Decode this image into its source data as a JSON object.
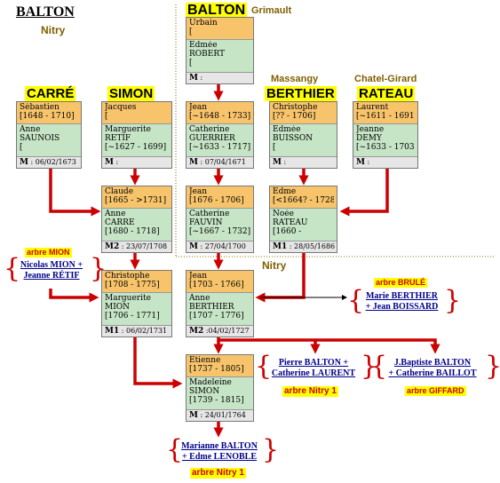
{
  "titles": {
    "main": "BALTON",
    "top": "BALTON",
    "top_place": "Grimault",
    "nitry_left": "Nitry",
    "nitry_mid": "Nitry"
  },
  "families": {
    "carre": "CARRÉ",
    "simon": "SIMON",
    "berthier": "BERTHIER",
    "rateau": "RATEAU",
    "berthier_place": "Massangy",
    "rateau_place": "Chatel-Girard"
  },
  "couples": {
    "urbain": {
      "h_name": "Urbain",
      "h_dates": "[",
      "w_name1": "Edmée",
      "w_name2": "ROBERT",
      "w_dates": "[",
      "m_label": "M",
      "m_date": ":"
    },
    "sebastien": {
      "h_name": "Sébastien",
      "h_dates": "[1648 - 1710]",
      "w_name1": "Anne",
      "w_name2": "SAUNOIS",
      "w_dates": "[",
      "m_label": "M",
      "m_date": ": 06/02/1673"
    },
    "jacques": {
      "h_name": "Jacques",
      "h_dates": "[",
      "w_name1": "Marguerite",
      "w_name2": "RÉTIF",
      "w_dates": "[~1627 - 1699]",
      "m_label": "M",
      "m_date": ":"
    },
    "jean1": {
      "h_name": "Jean",
      "h_dates": "[~1648 - 1733]",
      "w_name1": "Catherine",
      "w_name2": "GUERRIER",
      "w_dates": "[~1633 - 1717]",
      "m_label": "M",
      "m_date": ": 07/04/1671"
    },
    "christophe1": {
      "h_name": "Christophe",
      "h_dates": "[?? - 1706]",
      "w_name1": "Edmée",
      "w_name2": "BUISSON",
      "w_dates": "[",
      "m_label": "M",
      "m_date": ":"
    },
    "laurent": {
      "h_name": "Laurent",
      "h_dates": "[~1611 - 1691]",
      "w_name1": "Jeanne",
      "w_name2": "DEMY",
      "w_dates": "[~1633 - 1703]",
      "m_label": "M",
      "m_date": ":"
    },
    "claude": {
      "h_name": "Claude",
      "h_dates": "[1665 - >1731]",
      "w_name1": "Anne",
      "w_name2": "CARRÉ",
      "w_dates": "[1680 - 1718]",
      "m_label": "M2",
      "m_date": ": 23/07/1708"
    },
    "jean2": {
      "h_name": "Jean",
      "h_dates": "[1676 - 1706]",
      "w_name1": "Catherine",
      "w_name2": "FAUVIN",
      "w_dates": "[~1667 - 1732]",
      "m_label": "M",
      "m_date": ": 27/04/1700"
    },
    "edme": {
      "h_name": "Edme",
      "h_dates": "[<1664? - 1728]",
      "w_name1": "Noée",
      "w_name2": "RATEAU",
      "w_dates": "[1660 -",
      "m_label": "M1",
      "m_date": ": 28/05/1686"
    },
    "christophe2": {
      "h_name": "Christophe",
      "h_dates": "[1708 - 1775]",
      "w_name1": "Marguerite",
      "w_name2": "MION",
      "w_dates": "[1706 - 1771]",
      "m_label": "M1",
      "m_date": ": 06/02/1731"
    },
    "jean3": {
      "h_name": "Jean",
      "h_dates": "[1703 - 1766]",
      "w_name1": "Anne",
      "w_name2": "BERTHIER",
      "w_dates": "[1707 - 1776]",
      "m_label": "M2",
      "m_date": ":04/02/1727"
    },
    "etienne": {
      "h_name": "Etienne",
      "h_dates": "[1737 - 1805]",
      "w_name1": "Madeleine",
      "w_name2": "SIMON",
      "w_dates": "[1739 - 1815]",
      "m_label": "M",
      "m_date": ": 24/01/1764"
    }
  },
  "links": {
    "mion": {
      "arbre": "arbre MION",
      "line1": "Nicolas MION +",
      "line2": "Jeanne RÉTIF"
    },
    "brule": {
      "arbre": "arbre BRULÉ",
      "line1": "Marie BERTHIER",
      "line2": "+ Jean BOISSARD"
    },
    "pierre": {
      "line1": "Pierre BALTON +",
      "line2": "Catherine LAURENT",
      "arbre": "arbre Nitry 1"
    },
    "jbaptiste": {
      "line1": "J.Baptiste BALTON",
      "line2": "+ Catherine BAILLOT",
      "arbre": "arbre GIFFARD"
    },
    "marianne": {
      "line1": "Marianne BALTON",
      "line2": "+ Edme LENOBLE",
      "arbre": "arbre Nitry 1"
    }
  },
  "colors": {
    "husband": "#f7c46b",
    "wife": "#c6e4c6",
    "marriage": "#e6e6e6",
    "arrow": "#cc0000",
    "label_bg": "#ffff00",
    "place": "#7f6000",
    "link_text": "#00008b"
  }
}
